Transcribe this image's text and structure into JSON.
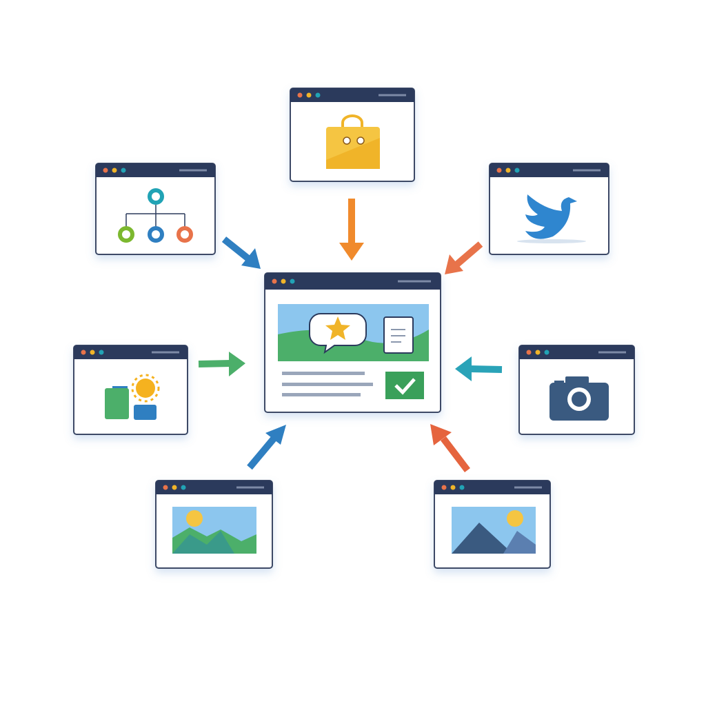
{
  "colors": {
    "titlebar": "#2b3a5c",
    "dot_red": "#e8734a",
    "dot_yellow": "#f0b429",
    "dot_teal": "#21a3b5",
    "window_border": "#3c4a66",
    "arrow_orange": "#f08a2c",
    "arrow_blue": "#2f7fc1",
    "arrow_green": "#4caf6a",
    "arrow_teal": "#2aa3b8",
    "arrow_red": "#e5643e"
  },
  "windows": [
    {
      "id": "center",
      "icon": "review-card-icon"
    },
    {
      "id": "top",
      "icon": "shopping-bag-icon"
    },
    {
      "id": "top-left",
      "icon": "hierarchy-icon"
    },
    {
      "id": "top-right",
      "icon": "bird-icon"
    },
    {
      "id": "left",
      "icon": "shapes-icon"
    },
    {
      "id": "right",
      "icon": "camera-icon"
    },
    {
      "id": "bottom-left",
      "icon": "landscape-image-icon"
    },
    {
      "id": "bottom-right",
      "icon": "landscape-image-icon"
    }
  ]
}
